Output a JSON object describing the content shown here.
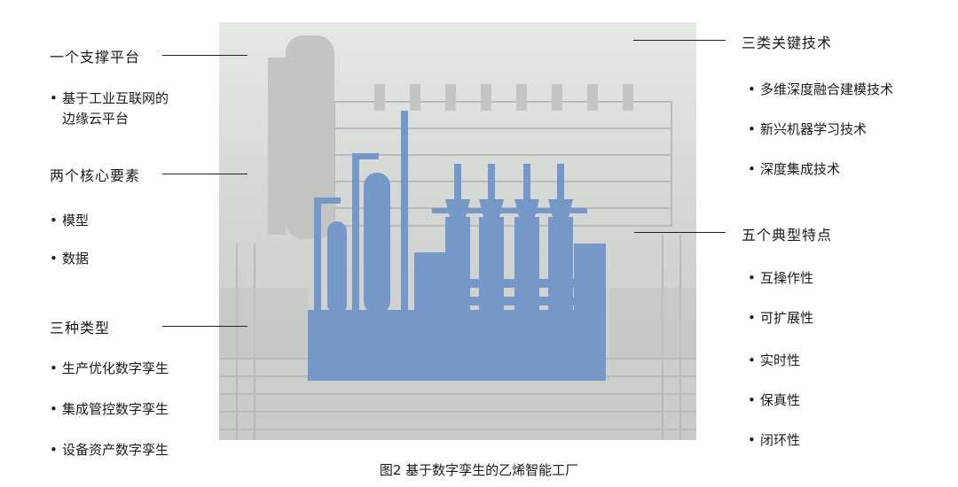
{
  "left_groups": [
    {
      "heading": "一个支撑平台",
      "items": [
        "基于工业互联网的",
        "边缘云平台"
      ]
    },
    {
      "heading": "两个核心要素",
      "items": [
        "模型",
        "数据"
      ]
    },
    {
      "heading": "三种类型",
      "items": [
        "生产优化数字孪生",
        "集成管控数字孪生",
        "设备资产数字孪生"
      ]
    }
  ],
  "right_groups": [
    {
      "heading": "三类关键技术",
      "items": [
        "多维深度融合建模技术",
        "新兴机器学习技术",
        "深度集成技术"
      ]
    },
    {
      "heading": "五个典型特点",
      "items": [
        "互操作性",
        "可扩展性",
        "实时性",
        "保真性",
        "闭环性"
      ]
    }
  ],
  "caption": "图2 基于数字孪生的乙烯智能工厂",
  "colors": {
    "silhouette": "#7598c8",
    "photo": "#d4d6d4",
    "text": "#1a1a1a"
  }
}
